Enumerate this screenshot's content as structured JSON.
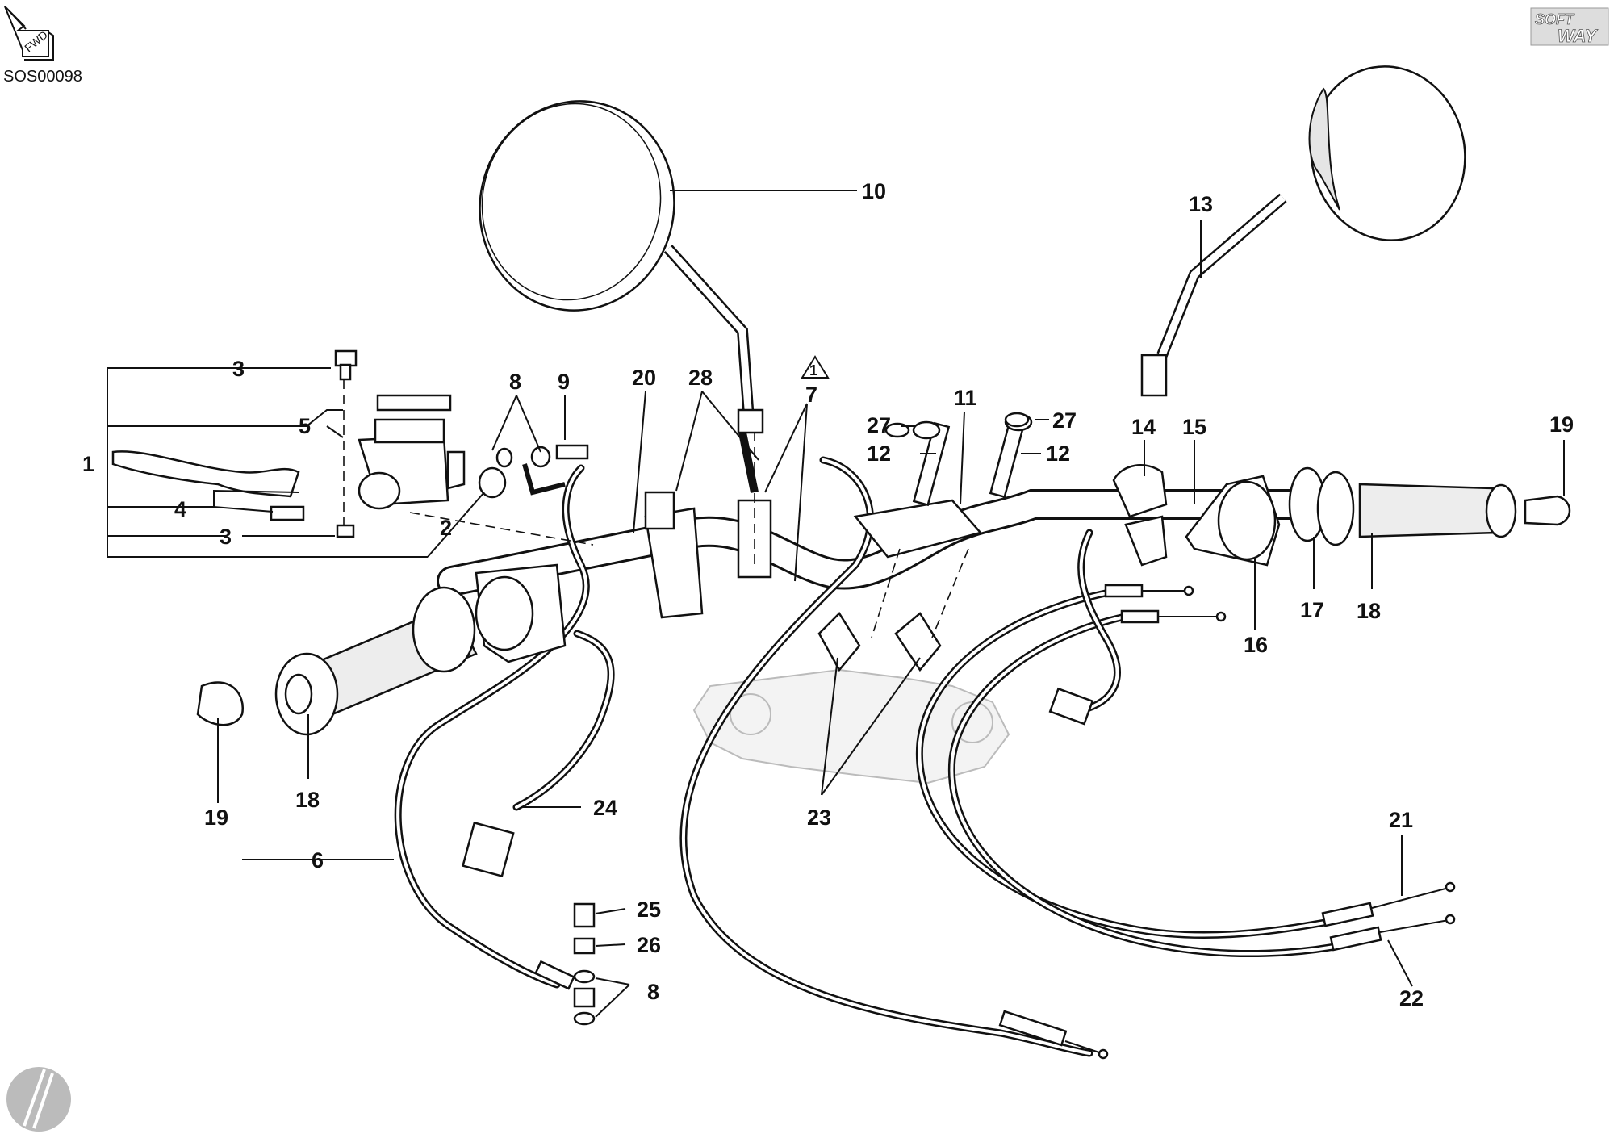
{
  "diagram": {
    "code": "SOS00098",
    "fwd_label": "FWD",
    "brand_line1": "SOFT",
    "brand_line2": "WAY",
    "triangle_note": "1"
  },
  "labels": [
    {
      "id": "l3a",
      "text": "3"
    },
    {
      "id": "l5",
      "text": "5"
    },
    {
      "id": "l1",
      "text": "1"
    },
    {
      "id": "l4",
      "text": "4"
    },
    {
      "id": "l3b",
      "text": "3"
    },
    {
      "id": "l2",
      "text": "2"
    },
    {
      "id": "l8a",
      "text": "8"
    },
    {
      "id": "l9",
      "text": "9"
    },
    {
      "id": "l20",
      "text": "20"
    },
    {
      "id": "l28",
      "text": "28"
    },
    {
      "id": "l7",
      "text": "7"
    },
    {
      "id": "l10",
      "text": "10"
    },
    {
      "id": "l11",
      "text": "11"
    },
    {
      "id": "l27a",
      "text": "27"
    },
    {
      "id": "l12a",
      "text": "12"
    },
    {
      "id": "l27b",
      "text": "27"
    },
    {
      "id": "l12b",
      "text": "12"
    },
    {
      "id": "l13",
      "text": "13"
    },
    {
      "id": "l14",
      "text": "14"
    },
    {
      "id": "l15",
      "text": "15"
    },
    {
      "id": "l19a",
      "text": "19"
    },
    {
      "id": "l16",
      "text": "16"
    },
    {
      "id": "l17",
      "text": "17"
    },
    {
      "id": "l18a",
      "text": "18"
    },
    {
      "id": "l19b",
      "text": "19"
    },
    {
      "id": "l18b",
      "text": "18"
    },
    {
      "id": "l24",
      "text": "24"
    },
    {
      "id": "l6",
      "text": "6"
    },
    {
      "id": "l23",
      "text": "23"
    },
    {
      "id": "l25",
      "text": "25"
    },
    {
      "id": "l26",
      "text": "26"
    },
    {
      "id": "l8b",
      "text": "8"
    },
    {
      "id": "l21",
      "text": "21"
    },
    {
      "id": "l22",
      "text": "22"
    }
  ]
}
